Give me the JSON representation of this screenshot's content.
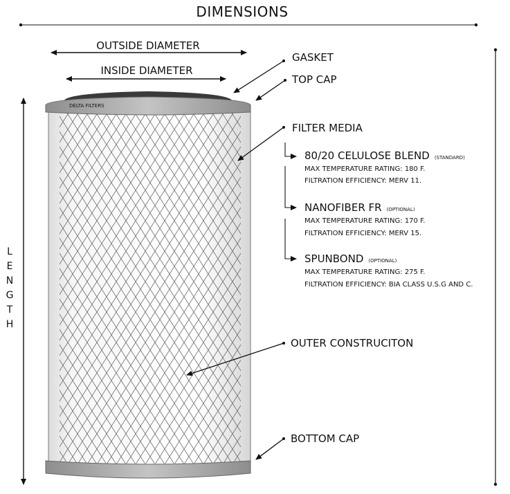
{
  "title": "DIMENSIONS",
  "dimensions": {
    "outside_diameter": "OUTSIDE DIAMETER",
    "inside_diameter": "INSIDE DIAMETER",
    "length": "LENGTH"
  },
  "callouts": {
    "gasket": "GASKET",
    "top_cap": "TOP CAP",
    "filter_media": "FILTER MEDIA",
    "outer_construction": "OUTER CONSTRUCITON",
    "bottom_cap": "BOTTOM CAP"
  },
  "cap_brand": "DELTA FILTERS",
  "media_options": [
    {
      "name": "80/20 CELULOSE BLEND",
      "tag": "(STANDARD)",
      "temp": "MAX TEMPERATURE RATING: 180 F.",
      "efficiency": "FILTRATION EFFICIENCY: MERV 11."
    },
    {
      "name": "NANOFIBER FR",
      "tag": "(OPTIONAL)",
      "temp": "MAX TEMPERATURE RATING: 170 F.",
      "efficiency": "FILTRATION EFFICIENCY: MERV 15."
    },
    {
      "name": "SPUNBOND",
      "tag": "(OPTIONAL)",
      "temp": "MAX TEMPERATURE RATING: 275 F.",
      "efficiency": "FILTRATION EFFICIENCY: BIA CLASS U.S.G AND C."
    }
  ],
  "colors": {
    "ink": "#111111",
    "gasket": "#3a3a3a",
    "cap": "#a8a8a8",
    "media": "#f4f4f4",
    "mesh": "#555555"
  }
}
